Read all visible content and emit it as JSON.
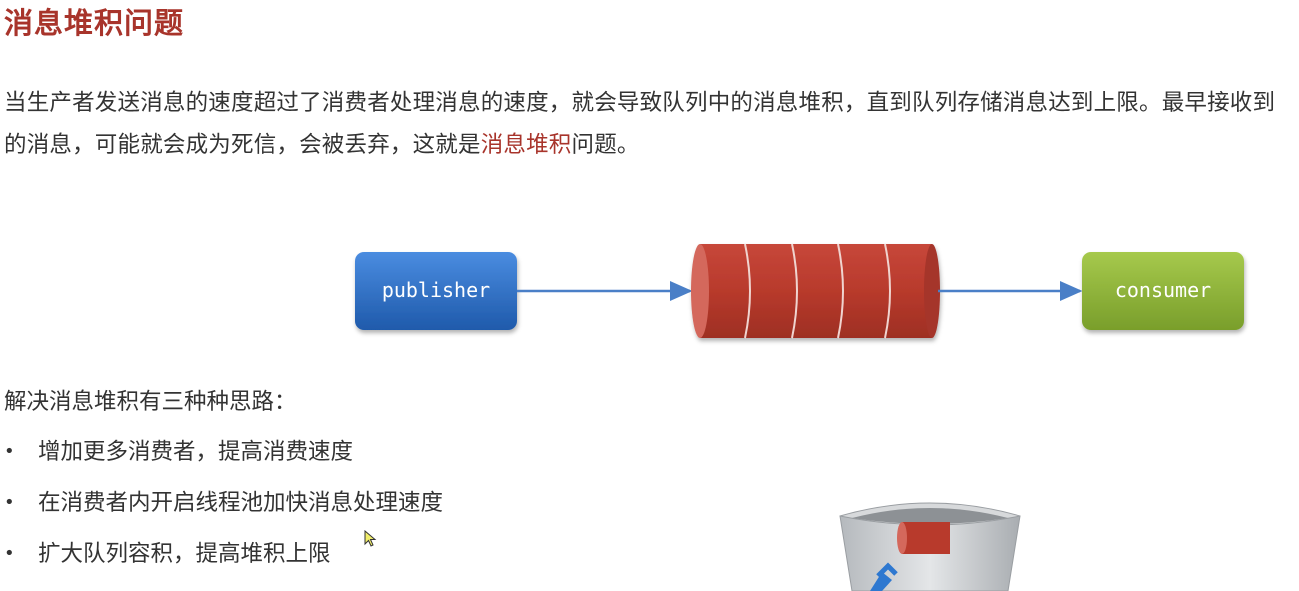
{
  "title": "消息堆积问题",
  "intro": {
    "before": "当生产者发送消息的速度超过了消费者处理消息的速度，就会导致队列中的消息堆积，直到队列存储消息达到上限。最早接收到的消息，可能就会成为死信，会被丢弃，这就是",
    "highlight": "消息堆积",
    "after": "问题。"
  },
  "diagram": {
    "publisher_label": "publisher",
    "consumer_label": "consumer",
    "colors": {
      "publisher": "#2e6dc2",
      "queue": "#b83a2c",
      "consumer": "#8db33a",
      "arrow": "#4a7fc7"
    }
  },
  "ideas_label": "解决消息堆积有三种种思路：",
  "ideas": [
    "增加更多消费者，提高消费速度",
    "在消费者内开启线程池加快消息处理速度",
    "扩大队列容积，提高堆积上限"
  ]
}
